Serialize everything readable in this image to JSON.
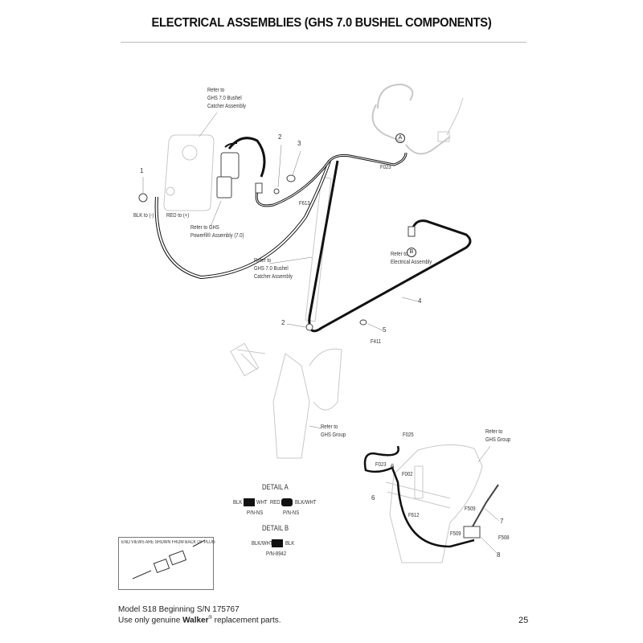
{
  "page": {
    "title": "ELECTRICAL ASSEMBLIES (GHS 7.0 BUSHEL COMPONENTS)",
    "page_number": "25",
    "footer_line1": "Model S18 Beginning S/N 175767",
    "footer_line2_pre": "Use only genuine ",
    "footer_brand": "Walker",
    "footer_reg": "®",
    "footer_line2_post": " replacement parts."
  },
  "callouts": {
    "refer_catcher_top": [
      "Refer to",
      "GHS 7.0 Bushel",
      "Catcher Assembly"
    ],
    "refer_powerfil": [
      "Refer to GHS",
      "Powerfil® Assembly (7.0)"
    ],
    "refer_catcher_mid": [
      "Refer to",
      "GHS 7.0 Bushel",
      "Catcher Assembly"
    ],
    "refer_electrical": [
      "Refer to",
      "Electrical Assembly"
    ],
    "refer_ghs_group_left": [
      "Refer to",
      "GHS Group"
    ],
    "refer_ghs_group_right": [
      "Refer to",
      "GHS Group"
    ],
    "blk_to": "BLK to (-)",
    "red_to": "RED to (+)",
    "marker_a": "A",
    "marker_b": "B",
    "items": {
      "n1": "1",
      "n2a": "2",
      "n3": "3",
      "n2b": "2",
      "n4": "4",
      "n5": "5",
      "n6a": "6",
      "n6b": "6",
      "n7": "7",
      "n8": "8",
      "f613": "F613",
      "f023a": "F023",
      "f411": "F411",
      "f025": "F025",
      "f023b": "F023",
      "f002": "F002",
      "f612": "F612",
      "f509a": "F509",
      "f509b": "F509",
      "f508": "F508"
    }
  },
  "detail_a": {
    "heading": "DETAIL A",
    "plug1_left": "BLK",
    "plug1_right": "WHT",
    "plug1_pn": "P/N-NS",
    "plug2_left": "RED",
    "plug2_right": "BLK/WHT",
    "plug2_pn": "P/N-NS"
  },
  "detail_b": {
    "heading": "DETAIL B",
    "left": "BLK/WHT",
    "right": "BLK",
    "pn": "P/N-8942"
  },
  "end_view_note": "END VIEWS ARE SHOWN FROM BACK OF PLUG"
}
